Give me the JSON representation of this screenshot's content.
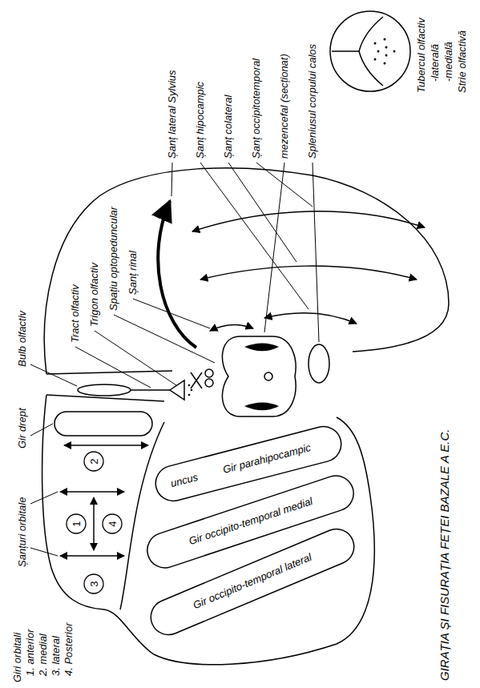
{
  "diagram": {
    "title": "GIRAȚIA ȘI FISURAȚIA FEȚEI BAZALE A E.C.",
    "nodes": [
      {
        "text": [
          "1"
        ]
      },
      {
        "text": [
          "2"
        ]
      },
      {
        "text": [
          "3"
        ]
      },
      {
        "text": [
          "4"
        ]
      }
    ],
    "labels": [
      "Strie olfactivă",
      "-medială",
      "-laterală",
      "Tubercul olfactiv",
      "Tract olfactiv",
      "Bulb olfactiv",
      "Trigon olfactiv",
      "Spațiu optopeduncular",
      "Șanț rinal",
      "Șanț lateral Sylvius",
      "Șanț hipocampic",
      "Șanț colateral",
      "Șanț occipitotemporal",
      "mezencefal (secționat)",
      "Spleniusul corpului calos",
      "Gir drept",
      "Șanțuri orbitale",
      "Giri orbitali",
      "1. anterior",
      "2. medial",
      "3. lateral",
      "4. Posterior",
      "uncus",
      "Gir parahipocampic",
      "Gir occipito-temporal medial",
      "Gir occipito-temporal lateral"
    ]
  }
}
